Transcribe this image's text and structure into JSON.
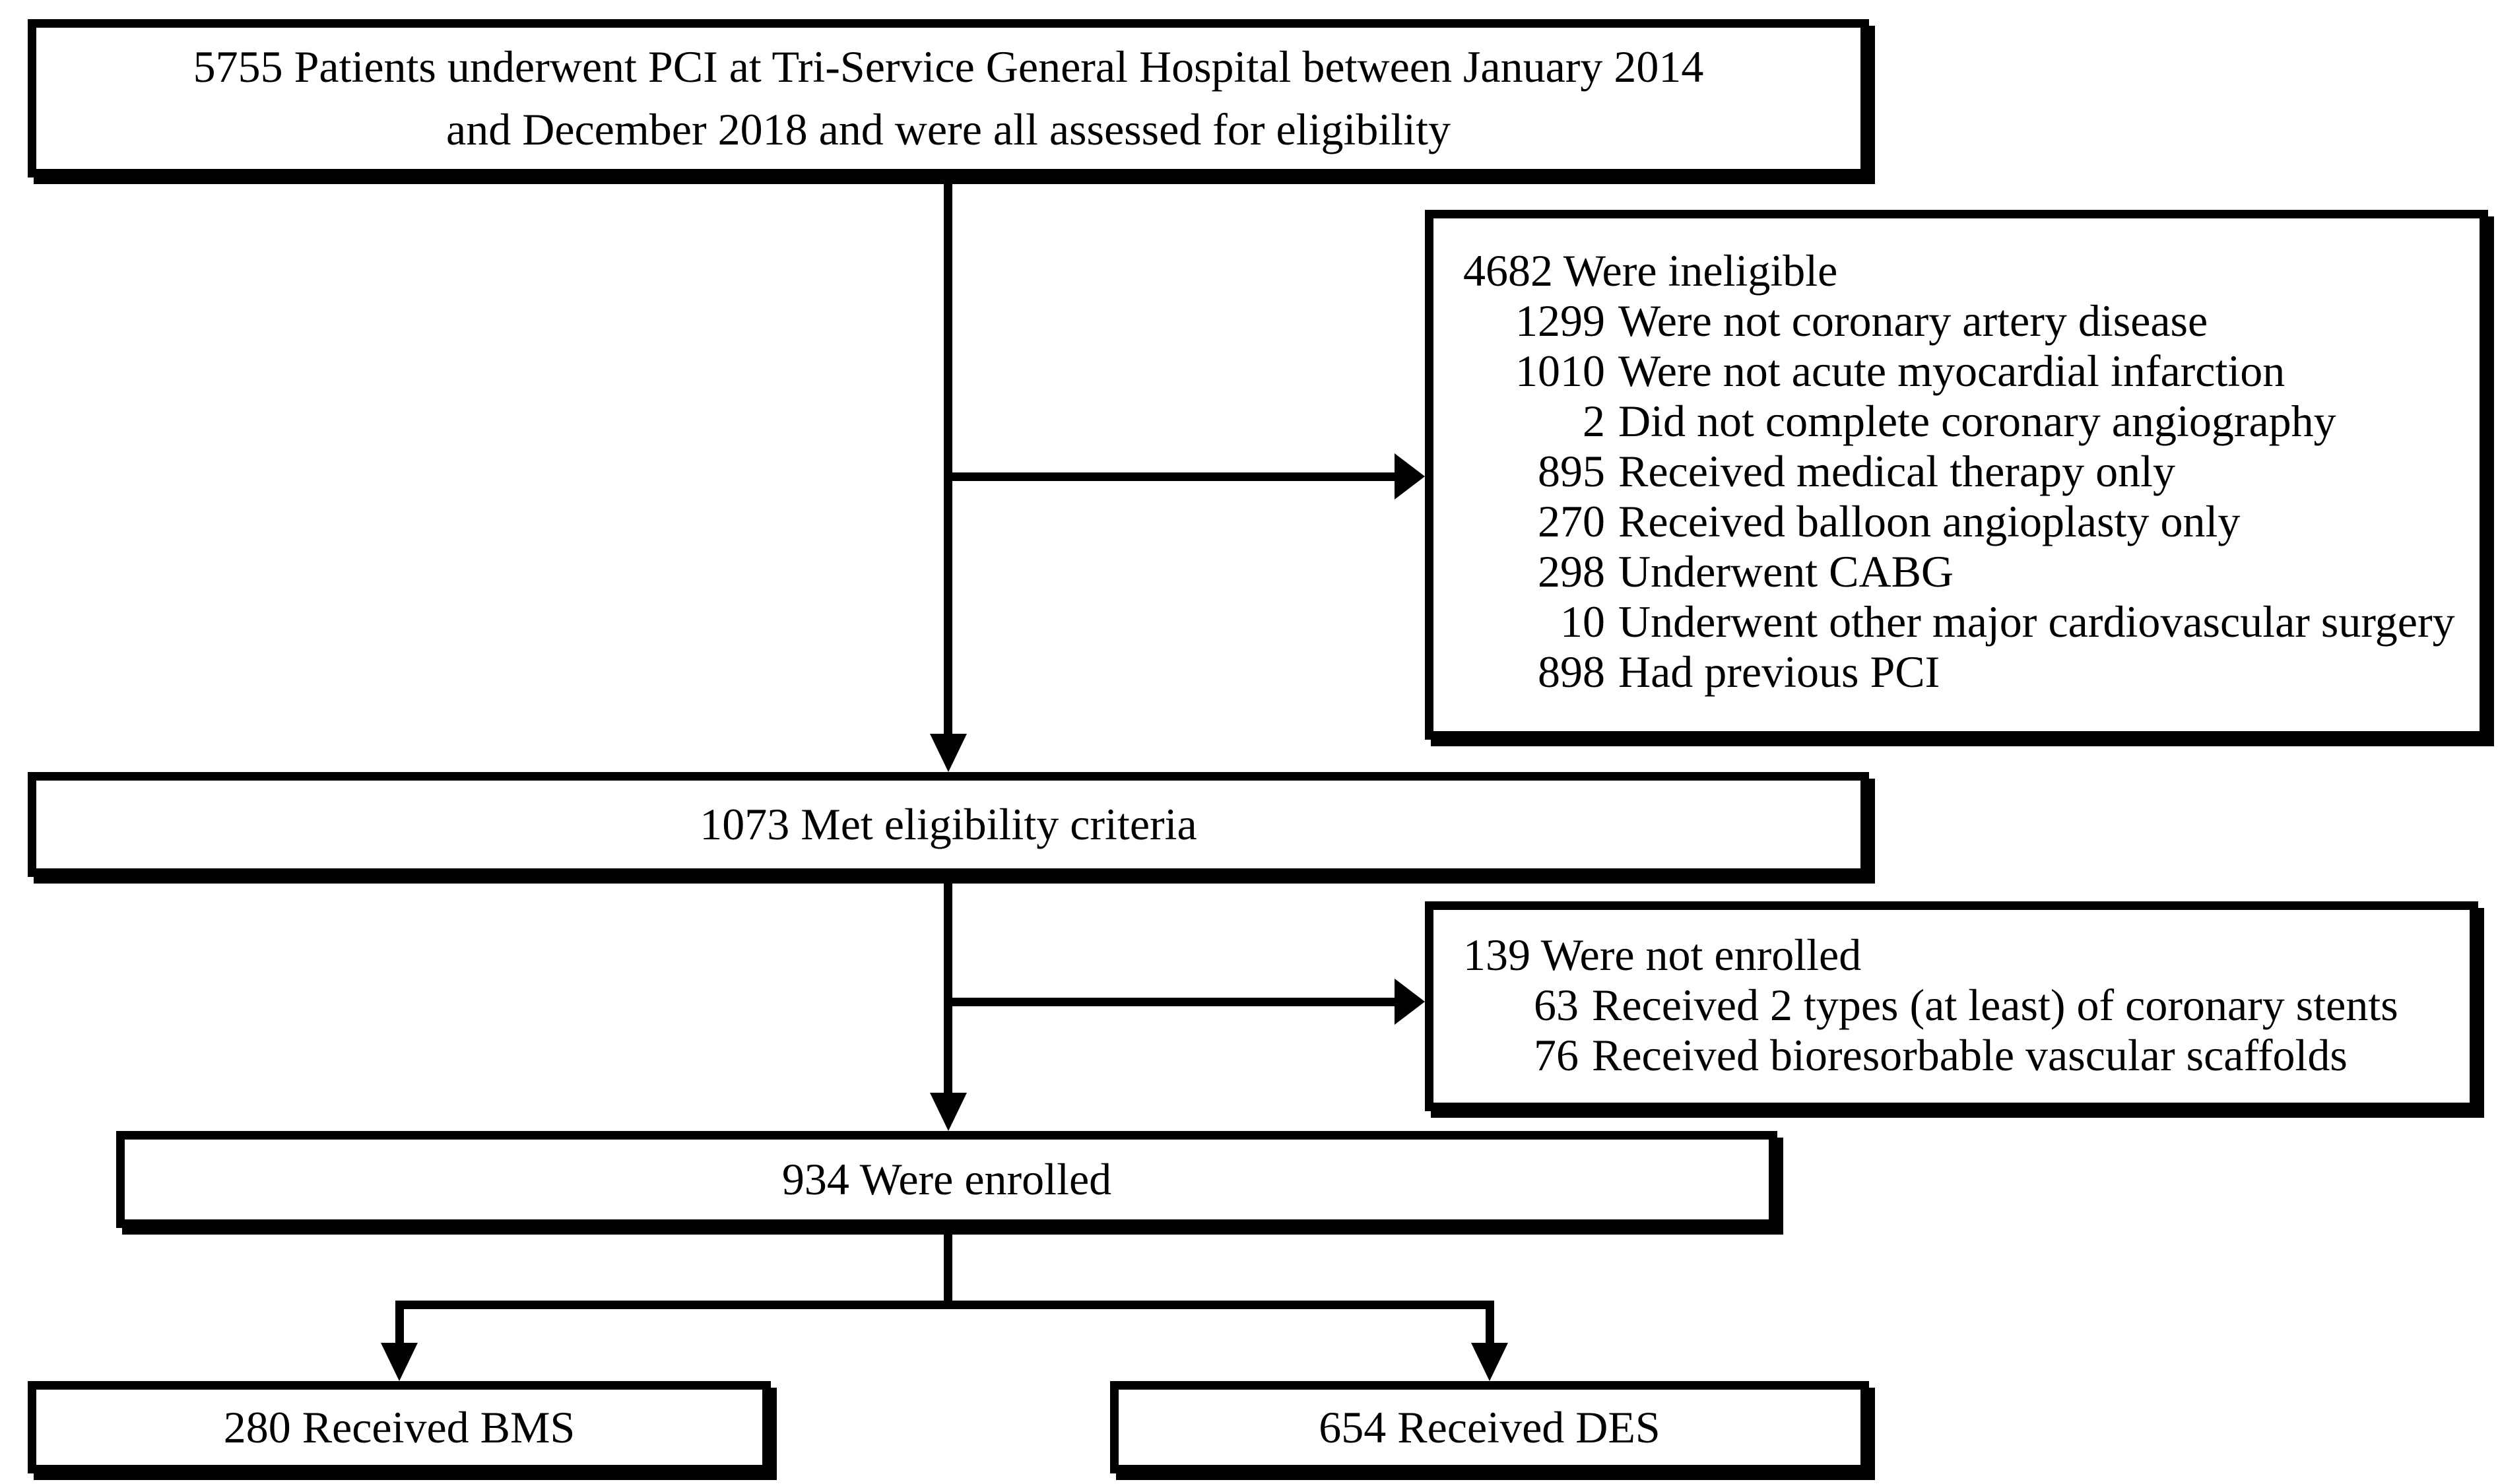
{
  "figure": {
    "type": "patient-enrollment-flowchart",
    "background_color": "#ffffff",
    "line_color": "#000000",
    "boxes": {
      "assessed": {
        "lines": [
          "5755 Patients underwent PCI at Tri-Service General Hospital between January 2014",
          "and December 2018 and were all assessed for eligibility"
        ]
      },
      "ineligible": {
        "header": "4682 Were ineligible",
        "items": [
          {
            "n": "1299",
            "label": "Were not coronary artery disease"
          },
          {
            "n": "1010",
            "label": "Were not acute myocardial infarction"
          },
          {
            "n": "2",
            "label": "Did not complete coronary angiography"
          },
          {
            "n": "895",
            "label": "Received medical therapy only"
          },
          {
            "n": "270",
            "label": "Received balloon angioplasty only"
          },
          {
            "n": "298",
            "label": "Underwent CABG"
          },
          {
            "n": "10",
            "label": "Underwent other major cardiovascular surgery"
          },
          {
            "n": "898",
            "label": "Had previous PCI"
          }
        ]
      },
      "eligible": {
        "label": "1073 Met eligibility criteria"
      },
      "not_enrolled": {
        "header": "139 Were not enrolled",
        "items": [
          {
            "n": "63",
            "label": "Received 2 types (at least) of coronary stents"
          },
          {
            "n": "76",
            "label": "Received bioresorbable vascular scaffolds"
          }
        ]
      },
      "enrolled": {
        "label": "934 Were enrolled"
      },
      "bms": {
        "label": "280 Received BMS"
      },
      "des": {
        "label": "654 Received DES"
      }
    }
  }
}
